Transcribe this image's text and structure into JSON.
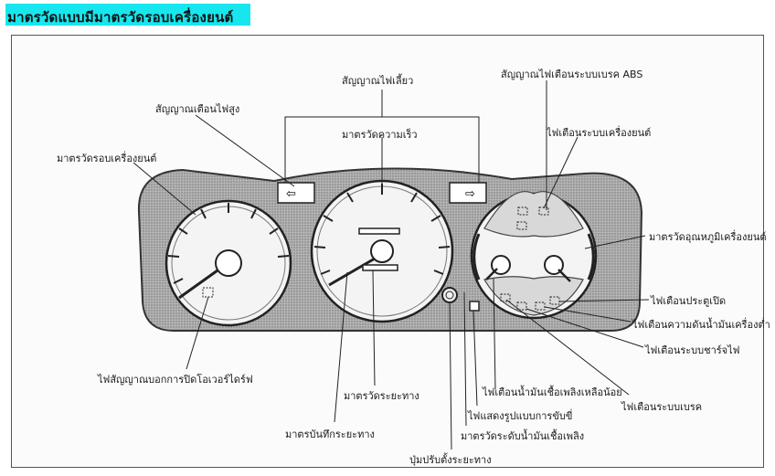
{
  "title": "มาตรวัดแบบมีมาตรวัดรอบเครื่องยนต์",
  "labels": {
    "turn_signal": "สัญญาณไฟเลี้ยว",
    "abs_warning": "สัญญาณไฟเตือนระบบเบรค ABS",
    "high_beam": "สัญญาณเตือนไฟสูง",
    "engine_warning": "ไฟเตือนระบบเครื่องยนต์",
    "speedometer": "มาตรวัดความเร็ว",
    "tachometer": "มาตรวัดรอบเครื่องยนต์",
    "temp_gauge": "มาตรวัดอุณหภูมิเครื่องยนต์",
    "door_open": "ไฟเตือนประตูเปิด",
    "oil_pressure": "ไฟเตือนความดันน้ำมันเครื่องต่ำ",
    "charging": "ไฟเตือนระบบชาร์จไฟ",
    "brake": "ไฟเตือนระบบเบรค",
    "overdrive_off": "ไฟสัญญาณบอกการปิดโอเวอร์ไดร์ฟ",
    "odometer": "มาตรวัดระยะทาง",
    "low_fuel": "ไฟเตือนน้ำมันเชื้อเพลิงเหลือน้อย",
    "drive_mode": "ไฟแสดงรูปแบบการขับขี่",
    "trip_meter": "มาตรบันทึกระยะทาง",
    "fuel_gauge": "มาตรวัดระดับน้ำมันเชื้อเพลิง",
    "trip_reset": "ปุ่มปรับตั้งระยะทาง"
  },
  "colors": {
    "title_bg": "#17e6ee",
    "panel": "#9a9a9a",
    "line": "#222222"
  }
}
